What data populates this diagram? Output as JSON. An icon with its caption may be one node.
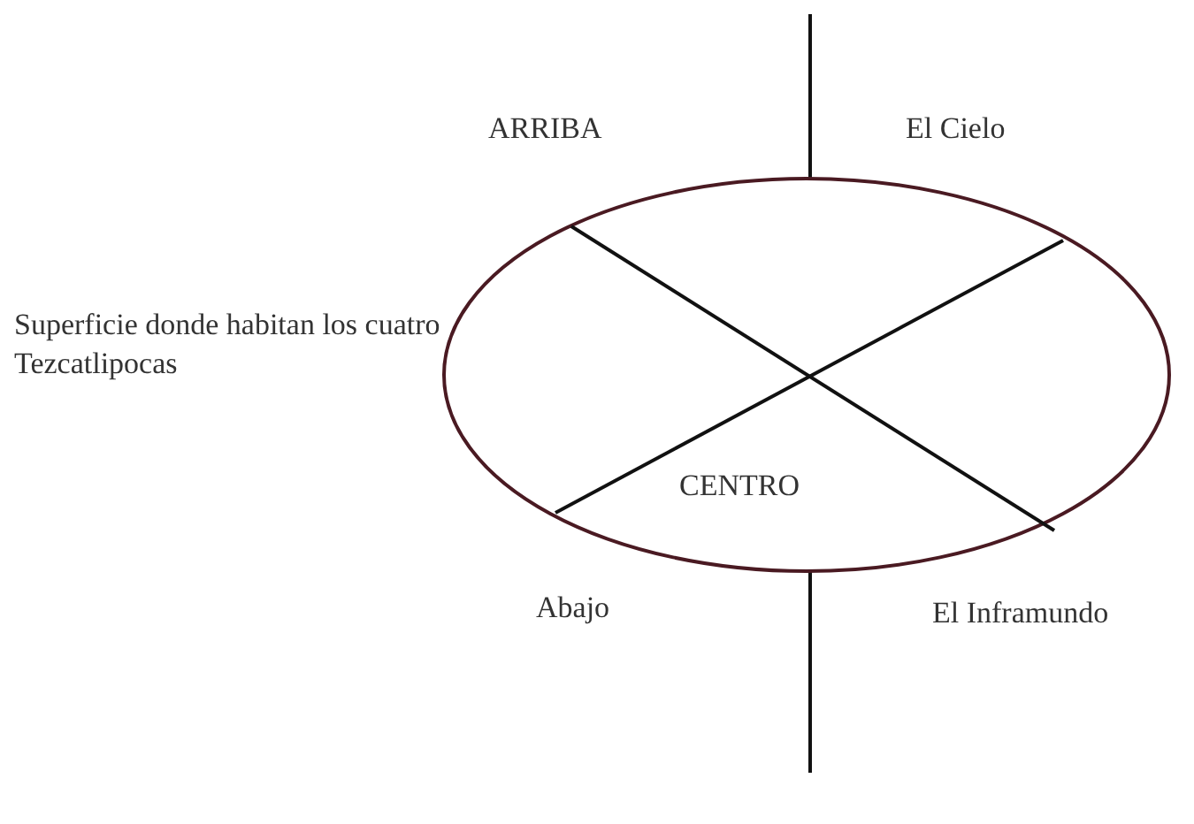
{
  "diagram": {
    "nodes": [
      {
        "text": [
          "CENTRO"
        ]
      }
    ],
    "labels": [
      "ARRIBA",
      "El Cielo",
      "Superficie donde habitan los cuatro Tezcatlipocas",
      "Abajo",
      "El Inframundo"
    ]
  }
}
